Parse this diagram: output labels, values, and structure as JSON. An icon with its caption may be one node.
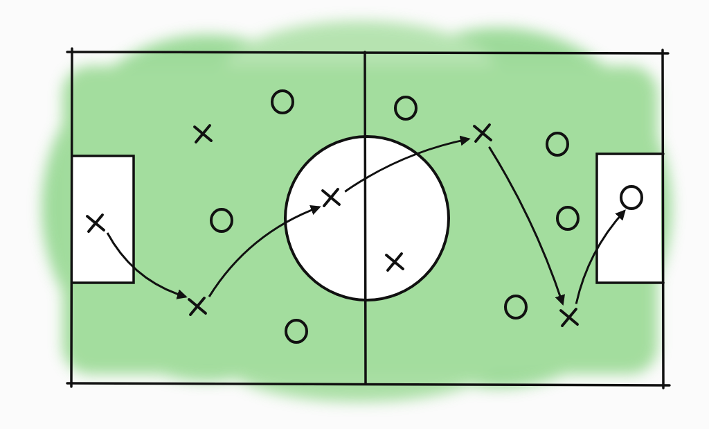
{
  "diagram": {
    "nodes": [
      {
        "text": [],
        "shape": "cross"
      },
      {
        "text": [],
        "shape": "cross"
      },
      {
        "text": [],
        "shape": "cross"
      },
      {
        "text": [],
        "shape": "cross"
      },
      {
        "text": [],
        "shape": "cross"
      },
      {
        "text": [],
        "shape": "cross"
      },
      {
        "text": [],
        "shape": "cross"
      },
      {
        "text": [],
        "shape": "circle"
      },
      {
        "text": [],
        "shape": "circle"
      },
      {
        "text": [],
        "shape": "circle"
      },
      {
        "text": [],
        "shape": "circle"
      },
      {
        "text": [],
        "shape": "circle"
      },
      {
        "text": [],
        "shape": "circle"
      },
      {
        "text": [],
        "shape": "circle"
      },
      {
        "text": [],
        "shape": "circle"
      }
    ],
    "edges": [
      {
        "from": 0,
        "to": 2,
        "arrow": "to"
      },
      {
        "from": 2,
        "to": 3,
        "arrow": "to"
      },
      {
        "from": 3,
        "to": 5,
        "arrow": "to"
      },
      {
        "from": 5,
        "to": 6,
        "arrow": "to"
      },
      {
        "from": 6,
        "to": 14,
        "arrow": "to"
      }
    ]
  }
}
